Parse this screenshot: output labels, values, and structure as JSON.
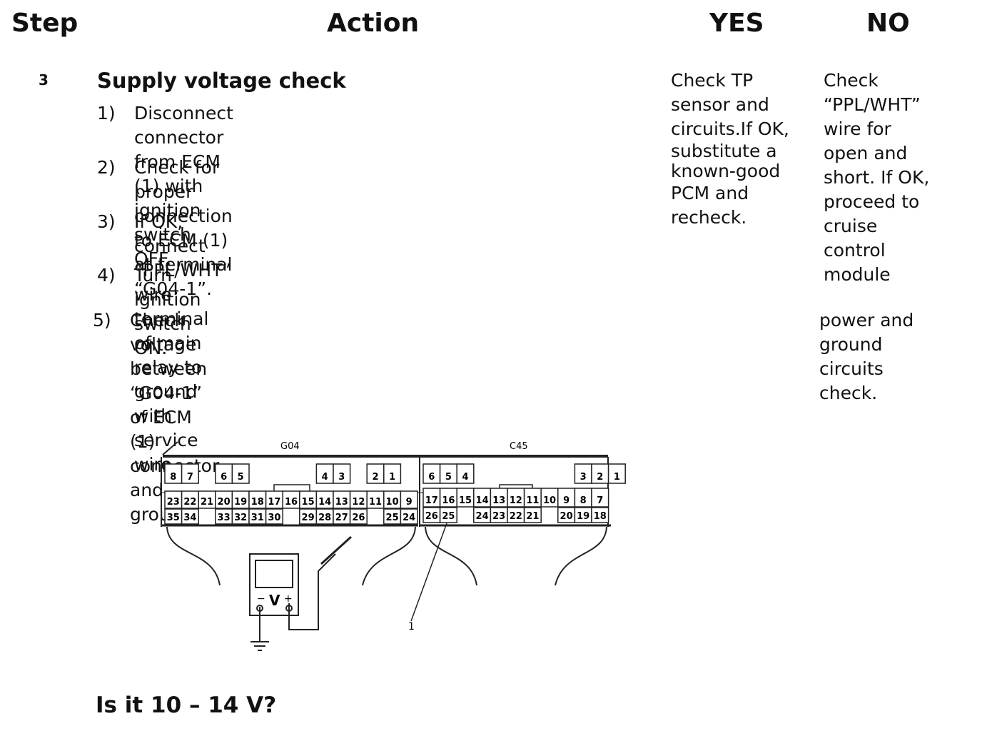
{
  "headers": {
    "step": "Step",
    "action": "Action",
    "yes": "YES",
    "no": "NO"
  },
  "step_number": "3",
  "action_title": "Supply voltage check",
  "items": [
    {
      "num": "1)",
      "lines": [
        "Disconnect connector from ECM (1) with ignition",
        "switch OFF."
      ]
    },
    {
      "num": "2)",
      "lines": [
        "Check for proper connection to ECM (1) at terminal",
        "“G04-1”."
      ]
    },
    {
      "num": "3)",
      "lines": [
        "If OK, connect “PPL/WHT” wire terminal of main",
        "relay to ground with service wire."
      ]
    },
    {
      "num": "4)",
      "lines": [
        "Turn ignition switch ON."
      ]
    },
    {
      "num": "5)",
      "lines": [
        "Check voltage between “G04-1” of ECM (1)",
        "connector and ground."
      ]
    }
  ],
  "yes_lines": [
    "Check TP",
    "sensor and",
    "circuits.If OK,",
    "substitute a",
    "known-good",
    "PCM and",
    "recheck."
  ],
  "no_lines": [
    "Check",
    "“PPL/WHT”",
    "wire for",
    "open and",
    "short. If OK,",
    "proceed to",
    "cruise",
    "control",
    "module"
  ],
  "no_lines_cont": [
    "power and",
    "ground",
    "circuits",
    "check."
  ],
  "question": "Is it 10 – 14 V?",
  "diagram": {
    "connector_left": "G04",
    "connector_right": "C45",
    "callout": "1",
    "meter_unit": "V",
    "meter_minus": "−",
    "meter_plus": "+",
    "g04_rows": [
      [
        "8",
        "7",
        "",
        "6",
        "5",
        "",
        "",
        "",
        "",
        "4",
        "3",
        "",
        "2",
        "1"
      ],
      [
        "23",
        "22",
        "21",
        "20",
        "19",
        "18",
        "17",
        "16",
        "15",
        "14",
        "13",
        "12",
        "11",
        "10",
        "9"
      ],
      [
        "35",
        "34",
        "",
        "33",
        "32",
        "31",
        "30",
        "",
        "29",
        "28",
        "27",
        "26",
        "",
        "25",
        "24"
      ]
    ],
    "c45_rows": [
      [
        "6",
        "5",
        "4",
        "",
        "",
        "",
        "",
        "",
        "",
        "3",
        "2",
        "1"
      ],
      [
        "17",
        "16",
        "15",
        "14",
        "13",
        "12",
        "11",
        "10",
        "9",
        "8",
        "7"
      ],
      [
        "26",
        "25",
        "",
        "24",
        "23",
        "22",
        "21",
        "",
        "20",
        "19",
        "18"
      ]
    ]
  }
}
